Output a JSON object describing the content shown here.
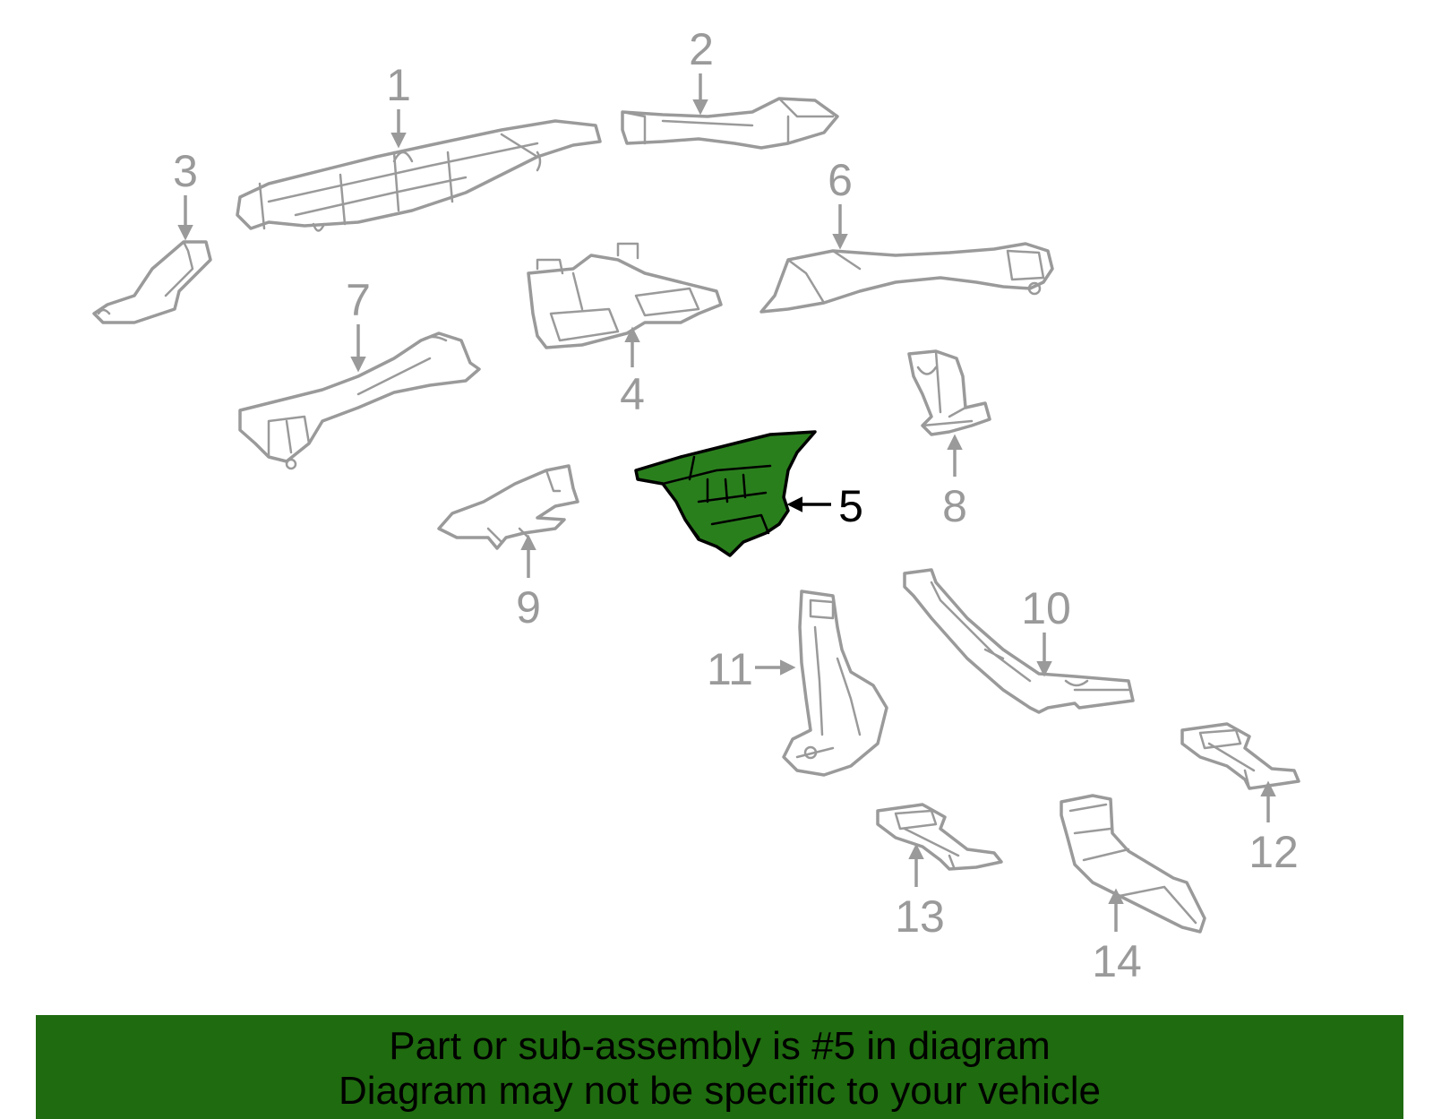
{
  "diagram": {
    "highlight_color": "#2a7f1d",
    "banner_color": "#1f6b0f",
    "line_color": "#9a9a9a",
    "callouts": {
      "c1": "1",
      "c2": "2",
      "c3": "3",
      "c4": "4",
      "c5": "5",
      "c6": "6",
      "c7": "7",
      "c8": "8",
      "c9": "9",
      "c10": "10",
      "c11": "11",
      "c12": "12",
      "c13": "13",
      "c14": "14"
    },
    "highlighted_part": "5"
  },
  "banner": {
    "line1": "Part or sub-assembly is #5 in diagram",
    "line2": "Diagram may not be specific to your vehicle"
  }
}
